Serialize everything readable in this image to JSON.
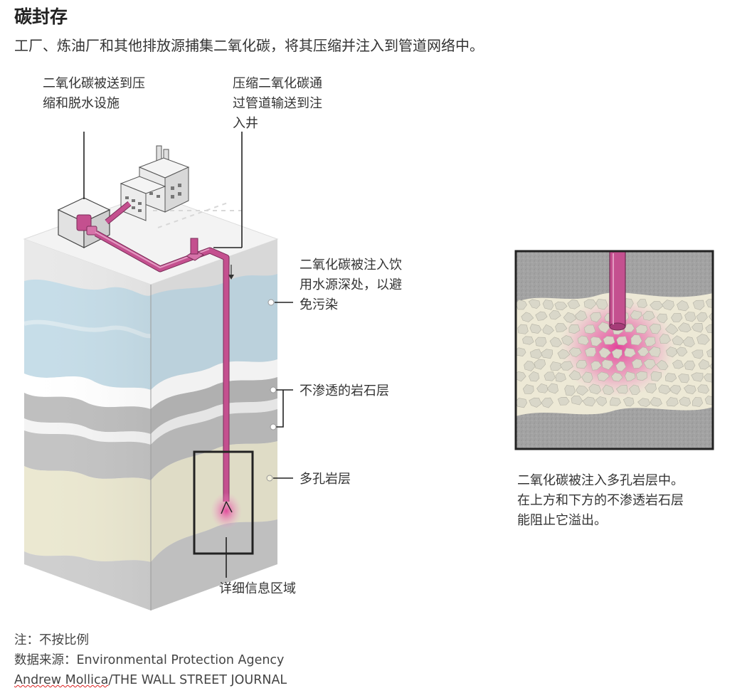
{
  "title": "碳封存",
  "subtitle": "工厂、炼油厂和其他排放源捕集二氧化碳，将其压缩并注入到管道网络中。",
  "labels": {
    "compression": "二氧化碳被送到压\n缩和脱水设施",
    "pipeline": "压缩二氧化碳通\n过管道输送到注\n入井",
    "deep_injection": "二氧化碳被注入饮\n用水源深处，以避\n免污染",
    "impermeable": "不渗透的岩石层",
    "porous": "多孔岩层",
    "detail_area": "详细信息区域",
    "inset_caption": "二氧化碳被注入多孔岩层中。\n在上方和下方的不渗透岩石层\n能阻止它溢出。"
  },
  "footer": {
    "note": "注：不按比例",
    "source": "数据来源：Environmental Protection Agency",
    "credit_author": "Andrew Mollica",
    "credit_publication": "/THE WALL STREET JOURNAL"
  },
  "colors": {
    "pipe": "#c4508f",
    "co2_glow": "#e23c97",
    "water_layer": "#c6dde8",
    "porous_layer": "#ebe8d1",
    "rock_gray": "#b8b8b8",
    "outline": "#222222"
  }
}
